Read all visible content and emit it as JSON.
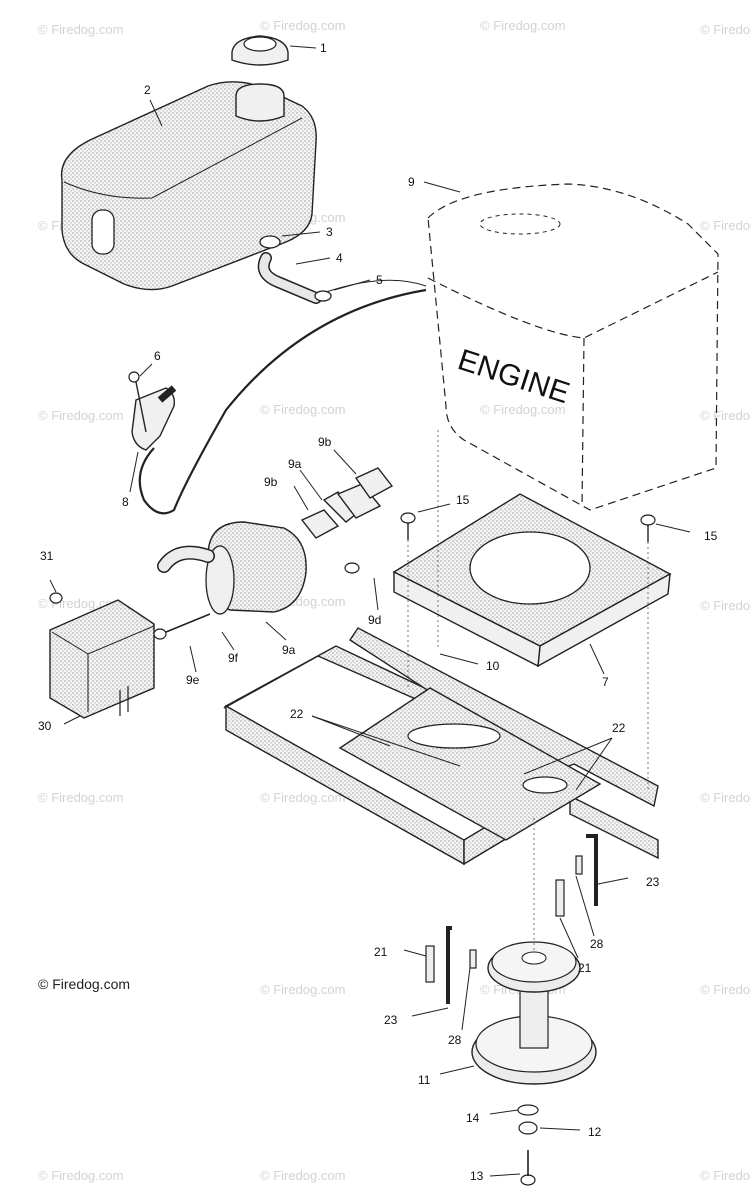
{
  "watermark": "© Firedog.com",
  "copyright": "© Firedog.com",
  "engine_label": "ENGINE",
  "callouts": {
    "c1": "1",
    "c2": "2",
    "c3": "3",
    "c4": "4",
    "c5": "5",
    "c6": "6",
    "c7": "7",
    "c8": "8",
    "c9": "9",
    "c9a_top": "9a",
    "c9b_top": "9b",
    "c9b_left": "9b",
    "c9a_bottom": "9a",
    "c9d": "9d",
    "c9e": "9e",
    "c9f": "9f",
    "c10": "10",
    "c11": "11",
    "c12": "12",
    "c13": "13",
    "c14": "14",
    "c15_left": "15",
    "c15_right": "15",
    "c21_left": "21",
    "c21_right": "21",
    "c22_left": "22",
    "c22_right": "22",
    "c23_right": "23",
    "c23_left": "23",
    "c28_right": "28",
    "c28_left": "28",
    "c30": "30",
    "c31": "31"
  }
}
